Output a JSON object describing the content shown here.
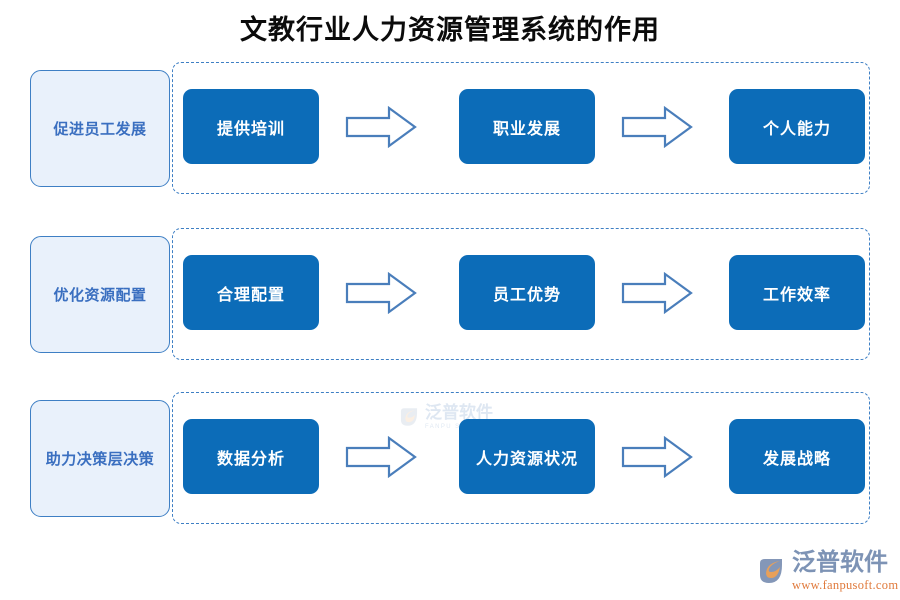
{
  "page": {
    "title": "文教行业人力资源管理系统的作用",
    "background_color": "#ffffff"
  },
  "theme": {
    "accent_blue": "#0c6cb8",
    "border_blue": "#3e7fc4",
    "label_fill": "#e9f1fb",
    "label_text": "#3a6fc0",
    "arrow_stroke": "#4a7ebb",
    "brand_gray_blue": "#7d93b5",
    "brand_orange": "#e07a3c"
  },
  "rows": [
    {
      "category": "促进员工发展",
      "steps": [
        "提供培训",
        "职业发展",
        "个人能力"
      ],
      "arrows": [
        "arrow-right-icon",
        "arrow-right-icon"
      ]
    },
    {
      "category": "优化资源配置",
      "steps": [
        "合理配置",
        "员工优势",
        "工作效率"
      ],
      "arrows": [
        "arrow-right-icon",
        "arrow-right-icon"
      ]
    },
    {
      "category": "助力决策层决策",
      "steps": [
        "数据分析",
        "人力资源状况",
        "发展战略"
      ],
      "arrows": [
        "arrow-right-icon",
        "arrow-right-icon"
      ]
    }
  ],
  "watermark": {
    "text_cn": "泛普软件",
    "text_en": "FANPU SOFTWARE"
  },
  "brand": {
    "name_cn": "泛普软件",
    "url": "www.fanpusoft.com",
    "mark": "fanpu-logo-icon"
  }
}
